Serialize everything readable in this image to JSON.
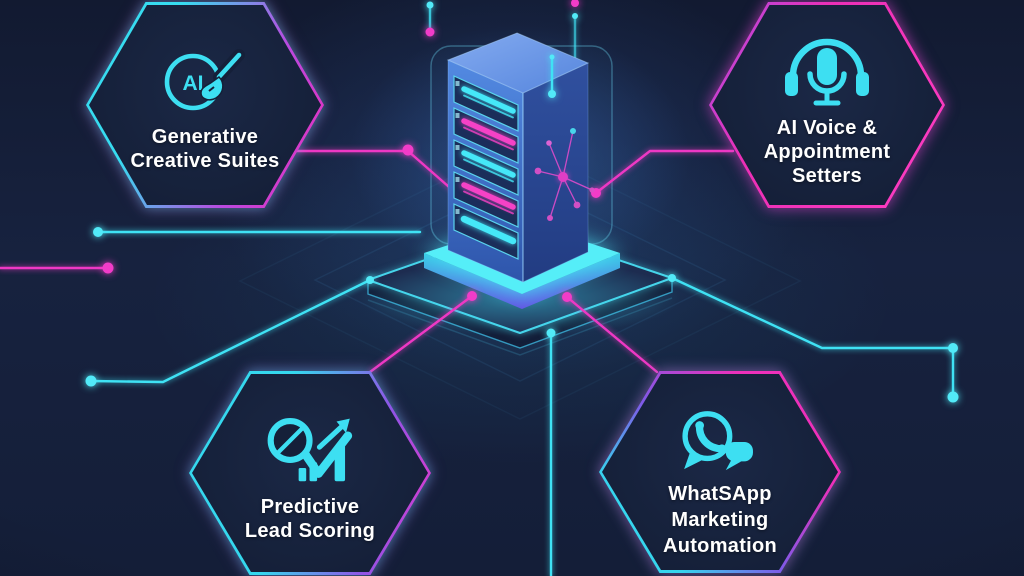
{
  "title": "AI services hexagon diagram with central server",
  "colors": {
    "background": "#16213c",
    "accent_cyan": "#3ddff2",
    "accent_magenta": "#ee33c0",
    "accent_purple": "#8b53e6",
    "server_blue": "#4b80d8",
    "text": "#ffffff"
  },
  "hexagons": [
    {
      "id": "generative-creative-suites",
      "icon": "ai-paintbrush-icon",
      "icon_text": "AI",
      "lines": [
        "Generative",
        "Creative Suites"
      ]
    },
    {
      "id": "ai-voice-appointment-setters",
      "icon": "headset-microphone-icon",
      "lines": [
        "AI Voice &",
        "Appointment",
        "Setters"
      ]
    },
    {
      "id": "predictive-lead-scoring",
      "icon": "magnifier-growth-chart-icon",
      "lines": [
        "Predictive",
        "Lead Scoring"
      ]
    },
    {
      "id": "whatsapp-marketing-automation",
      "icon": "whatsapp-chat-bubbles-icon",
      "lines": [
        "WhatSApp",
        "Marketing",
        "Automation"
      ]
    }
  ],
  "center_illustration": {
    "name": "isometric-server-tower-on-glowing-platform",
    "rack_slot_count": 5,
    "slot_bar_colors": [
      "cyan",
      "magenta",
      "cyan",
      "magenta",
      "cyan"
    ]
  }
}
